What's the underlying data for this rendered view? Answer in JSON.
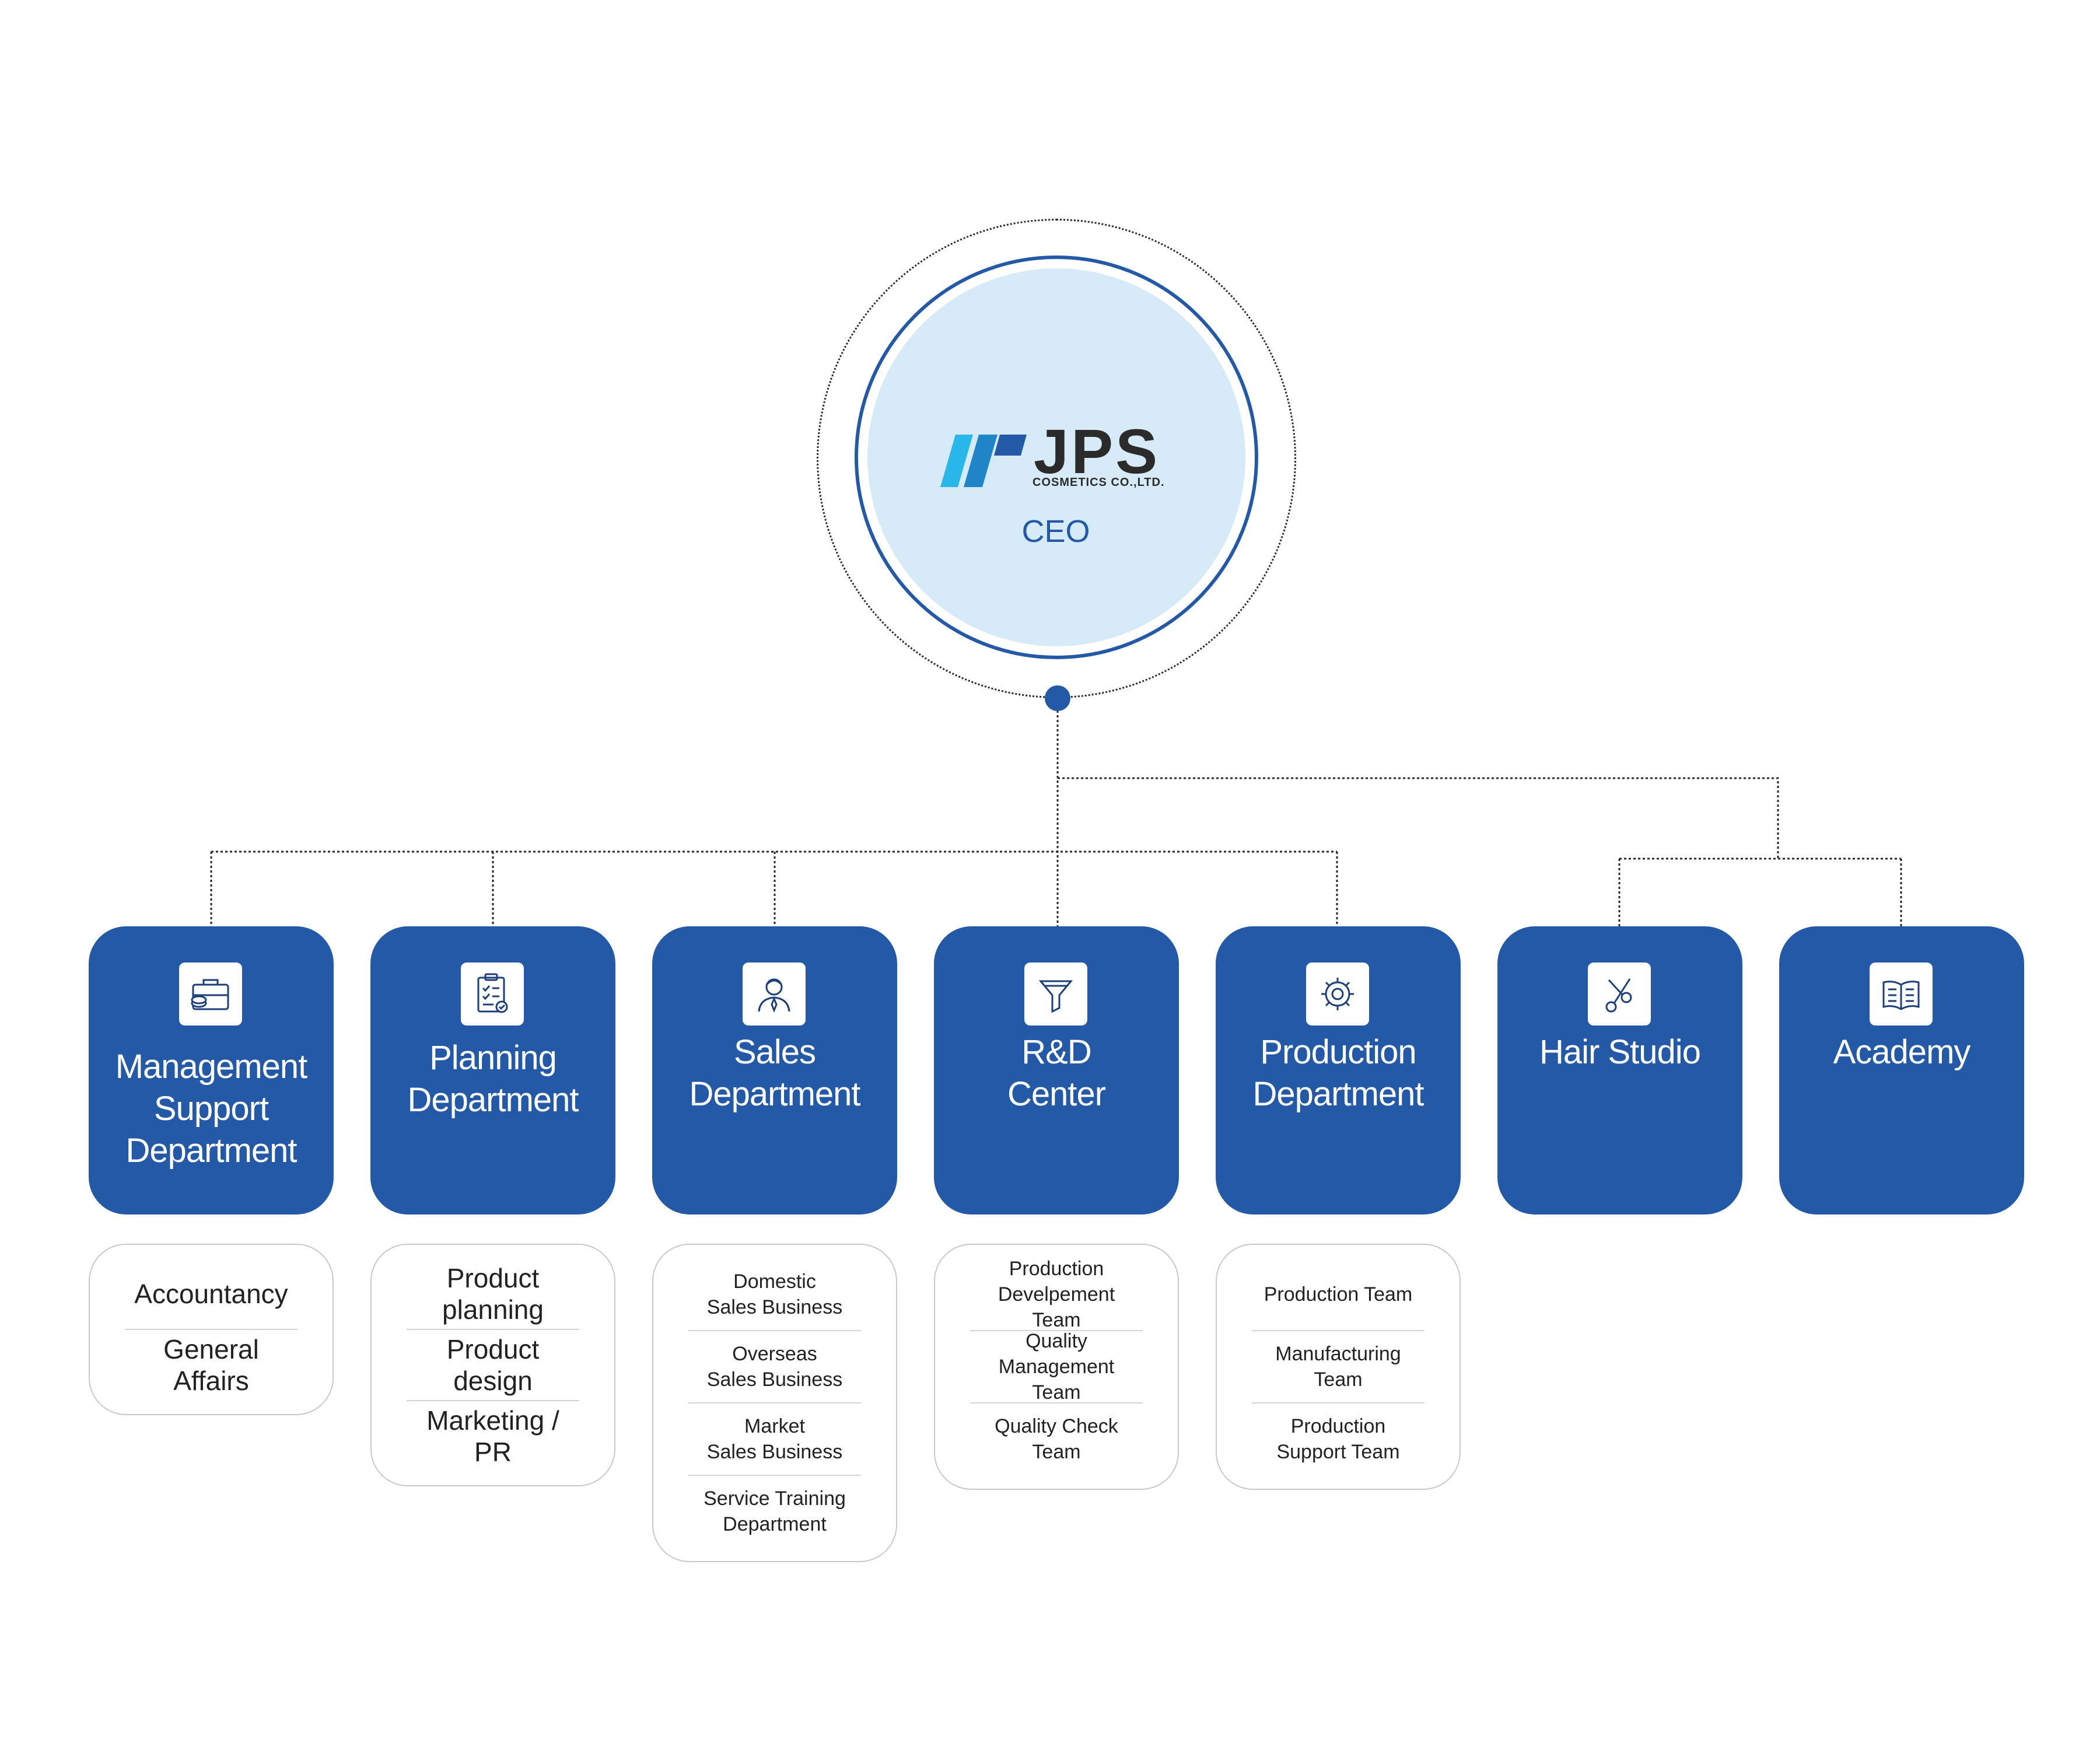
{
  "company": {
    "logo_name": "JPS",
    "logo_subtitle": "COSMETICS CO.,LTD.",
    "brand_color": "#2459a8",
    "ceo_fill": "#d6eaf8"
  },
  "ceo": {
    "title": "CEO"
  },
  "departments": [
    {
      "name": "Management\nSupport\nDepartment",
      "icon": "briefcase-icon",
      "teams": [
        "Accountancy",
        "General Affairs"
      ]
    },
    {
      "name": "Planning\nDepartment",
      "icon": "clipboard-check-icon",
      "teams": [
        "Product planning",
        "Product design",
        "Marketing / PR"
      ]
    },
    {
      "name": "Sales\nDepartment",
      "icon": "salesperson-icon",
      "teams": [
        "Domestic\nSales Business",
        "Overseas\nSales Business",
        "Market\nSales Business",
        "Service Training\nDepartment"
      ]
    },
    {
      "name": "R&D\nCenter",
      "icon": "filter-icon",
      "teams": [
        "Production  Develpement\nTeam",
        "Quality Management\nTeam",
        "Quality Check Team"
      ]
    },
    {
      "name": "Production\nDepartment",
      "icon": "gear-icon",
      "teams": [
        "Production Team",
        "Manufacturing Team",
        "Production\nSupport Team"
      ]
    },
    {
      "name": "Hair Studio",
      "icon": "scissors-icon",
      "teams": []
    },
    {
      "name": "Academy",
      "icon": "open-book-icon",
      "teams": []
    }
  ]
}
